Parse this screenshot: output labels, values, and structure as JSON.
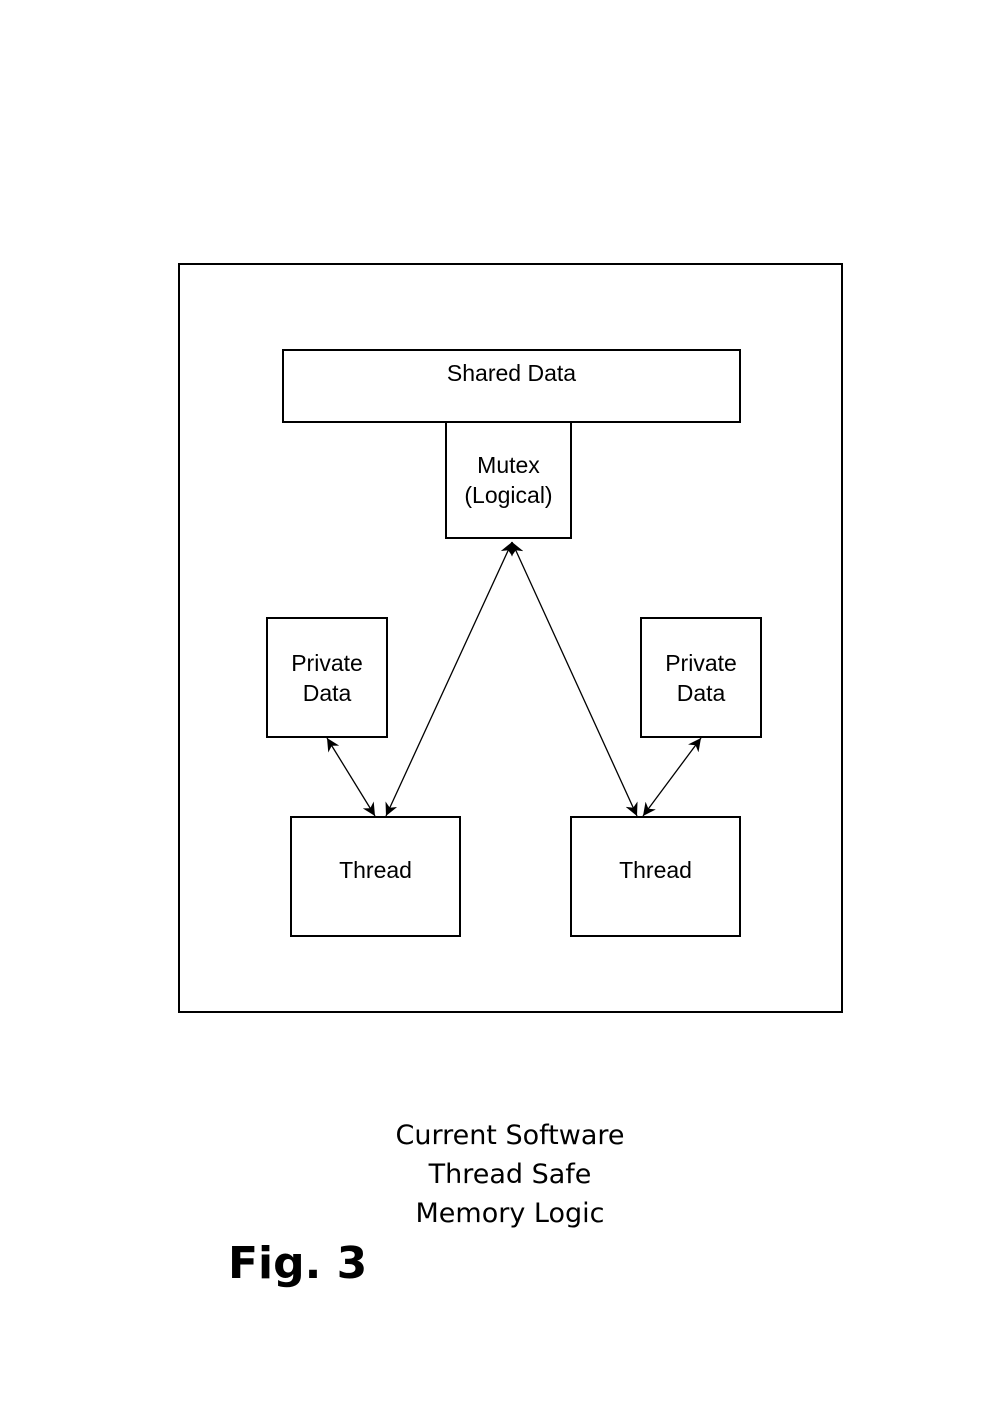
{
  "diagram": {
    "nodes": {
      "shared_data": {
        "lines": [
          "Shared Data"
        ]
      },
      "mutex": {
        "lines": [
          "Mutex",
          "(Logical)"
        ]
      },
      "private_data_left": {
        "lines": [
          "Private",
          "Data"
        ]
      },
      "private_data_right": {
        "lines": [
          "Private",
          "Data"
        ]
      },
      "thread_left": {
        "lines": [
          "Thread"
        ]
      },
      "thread_right": {
        "lines": [
          "Thread"
        ]
      }
    },
    "edges": [
      {
        "from": "mutex",
        "to": "thread_left",
        "arrows": "both"
      },
      {
        "from": "mutex",
        "to": "thread_right",
        "arrows": "both"
      },
      {
        "from": "private_data_left",
        "to": "thread_left",
        "arrows": "both"
      },
      {
        "from": "private_data_right",
        "to": "thread_right",
        "arrows": "both"
      }
    ]
  },
  "caption": {
    "lines": [
      "Current Software",
      "Thread Safe",
      "Memory Logic"
    ]
  },
  "figure_label": "Fig. 3"
}
